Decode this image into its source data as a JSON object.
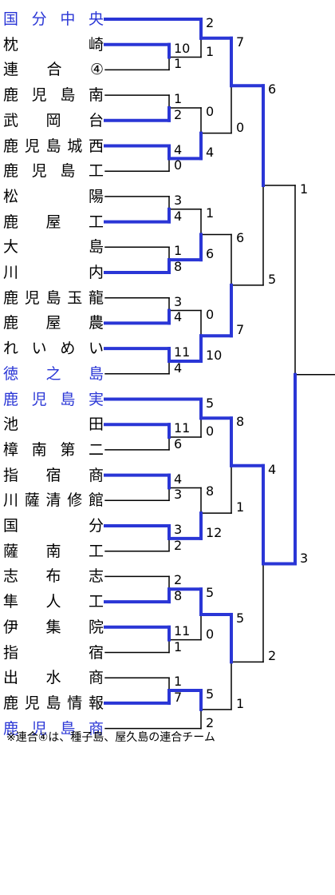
{
  "colors": {
    "winner": "#2a36d6",
    "line": "#000000",
    "seed_text": "#2a36d6",
    "text": "#000000"
  },
  "teams": [
    {
      "name": "国分中央",
      "seed": true
    },
    {
      "name": "枕崎",
      "seed": false
    },
    {
      "name": "連合④",
      "seed": false
    },
    {
      "name": "鹿児島南",
      "seed": false
    },
    {
      "name": "武岡台",
      "seed": false
    },
    {
      "name": "鹿児島城西",
      "seed": false
    },
    {
      "name": "鹿児島工",
      "seed": false
    },
    {
      "name": "松陽",
      "seed": false
    },
    {
      "name": "鹿屋工",
      "seed": false
    },
    {
      "name": "大島",
      "seed": false
    },
    {
      "name": "川内",
      "seed": false
    },
    {
      "name": "鹿児島玉龍",
      "seed": false
    },
    {
      "name": "鹿屋農",
      "seed": false
    },
    {
      "name": "れいめい",
      "seed": false
    },
    {
      "name": "徳之島",
      "seed": true
    },
    {
      "name": "鹿児島実",
      "seed": true
    },
    {
      "name": "池田",
      "seed": false
    },
    {
      "name": "樟南第二",
      "seed": false
    },
    {
      "name": "指宿商",
      "seed": false
    },
    {
      "name": "川薩清修館",
      "seed": false
    },
    {
      "name": "国分",
      "seed": false
    },
    {
      "name": "薩南工",
      "seed": false
    },
    {
      "name": "志布志",
      "seed": false
    },
    {
      "name": "隼人工",
      "seed": false
    },
    {
      "name": "伊集院",
      "seed": false
    },
    {
      "name": "指宿",
      "seed": false
    },
    {
      "name": "出水商",
      "seed": false
    },
    {
      "name": "鹿児島情報",
      "seed": false
    },
    {
      "name": "鹿児島商",
      "seed": true
    }
  ],
  "matches": [
    {
      "a": "t1",
      "b": "t2",
      "sa": "10",
      "sb": "1",
      "winner": "a",
      "level": 1
    },
    {
      "a": "t0",
      "b": "m0",
      "sa": "2",
      "sb": "1",
      "winner": "a",
      "level": 2
    },
    {
      "a": "t3",
      "b": "t4",
      "sa": "1",
      "sb": "2",
      "winner": "b",
      "level": 1
    },
    {
      "a": "t5",
      "b": "t6",
      "sa": "4",
      "sb": "0",
      "winner": "a",
      "level": 1
    },
    {
      "a": "m2",
      "b": "m3",
      "sa": "0",
      "sb": "4",
      "winner": "b",
      "level": 2
    },
    {
      "a": "m1",
      "b": "m4",
      "sa": "7",
      "sb": "0",
      "winner": "a",
      "level": 3
    },
    {
      "a": "t7",
      "b": "t8",
      "sa": "3",
      "sb": "4",
      "winner": "b",
      "level": 1
    },
    {
      "a": "t9",
      "b": "t10",
      "sa": "1",
      "sb": "8",
      "winner": "b",
      "level": 1
    },
    {
      "a": "m6",
      "b": "m7",
      "sa": "1",
      "sb": "6",
      "winner": "b",
      "level": 2
    },
    {
      "a": "t11",
      "b": "t12",
      "sa": "3",
      "sb": "4",
      "winner": "b",
      "level": 1
    },
    {
      "a": "t13",
      "b": "t14",
      "sa": "11",
      "sb": "4",
      "winner": "a",
      "level": 1
    },
    {
      "a": "m9",
      "b": "m10",
      "sa": "0",
      "sb": "10",
      "winner": "b",
      "level": 2
    },
    {
      "a": "m8",
      "b": "m11",
      "sa": "6",
      "sb": "7",
      "winner": "b",
      "level": 3
    },
    {
      "a": "m5",
      "b": "m12",
      "sa": "6",
      "sb": "5",
      "winner": "a",
      "level": 4
    },
    {
      "a": "t16",
      "b": "t17",
      "sa": "11",
      "sb": "6",
      "winner": "a",
      "level": 1
    },
    {
      "a": "t15",
      "b": "m14",
      "sa": "5",
      "sb": "0",
      "winner": "a",
      "level": 2
    },
    {
      "a": "t18",
      "b": "t19",
      "sa": "4",
      "sb": "3",
      "winner": "a",
      "level": 1
    },
    {
      "a": "t20",
      "b": "t21",
      "sa": "3",
      "sb": "2",
      "winner": "a",
      "level": 1
    },
    {
      "a": "m16",
      "b": "m17",
      "sa": "8",
      "sb": "12",
      "winner": "b",
      "level": 2
    },
    {
      "a": "m15",
      "b": "m18",
      "sa": "8",
      "sb": "1",
      "winner": "a",
      "level": 3
    },
    {
      "a": "t22",
      "b": "t23",
      "sa": "2",
      "sb": "8",
      "winner": "b",
      "level": 1
    },
    {
      "a": "t24",
      "b": "t25",
      "sa": "11",
      "sb": "1",
      "winner": "a",
      "level": 1
    },
    {
      "a": "m20",
      "b": "m21",
      "sa": "5",
      "sb": "0",
      "winner": "a",
      "level": 2
    },
    {
      "a": "t26",
      "b": "t27",
      "sa": "1",
      "sb": "7",
      "winner": "b",
      "level": 1
    },
    {
      "a": "m23",
      "b": "t28",
      "sa": "5",
      "sb": "2",
      "winner": "a",
      "level": 2
    },
    {
      "a": "m22",
      "b": "m24",
      "sa": "5",
      "sb": "1",
      "winner": "a",
      "level": 3
    },
    {
      "a": "m19",
      "b": "m25",
      "sa": "4",
      "sb": "2",
      "winner": "a",
      "level": 4
    },
    {
      "a": "m13",
      "b": "m26",
      "sa": "1",
      "sb": "3",
      "winner": "b",
      "level": 5
    }
  ],
  "note": "※連合④は、種子島、屋久島の連合チーム"
}
